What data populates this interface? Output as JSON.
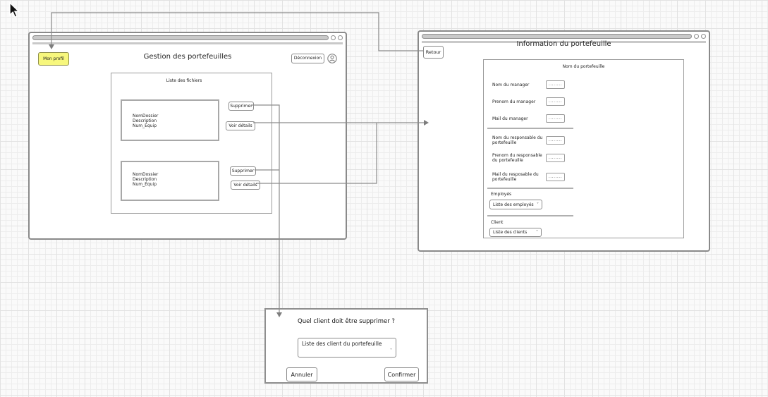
{
  "colors": {
    "highlight_button": "#f7f77d",
    "window_border": "#8a8a8a",
    "chrome_gray": "#c9c9c9",
    "connector": "#8c8c8c"
  },
  "icons": {
    "dropdown_chevron": "˅",
    "user": "user-avatar-circle",
    "cursor": "mouse-arrow"
  },
  "window_gestion": {
    "title": "Gestion des portefeuilles",
    "mon_profil_label": "Mon profil",
    "deconnexion_label": "Déconnexion",
    "panel_title": "Liste des fichiers",
    "files": [
      {
        "name": "NomDossier",
        "description": "Description",
        "num_equip": "Num_Equip"
      },
      {
        "name": "NomDossier",
        "description": "Description",
        "num_equip": "Num_Equip"
      }
    ],
    "actions": {
      "supprimer": "Supprimer",
      "voir_details": "Voir détails"
    }
  },
  "window_information": {
    "title": "Information du portefeuille",
    "retour_label": "Retour",
    "panel_title": "Nom du portefeuille",
    "fields": [
      {
        "label": "Nom du manager",
        "value": "........"
      },
      {
        "label": "Prenom du manager",
        "value": "........"
      },
      {
        "label": "Mail du manager",
        "value": "........"
      },
      {
        "label": "Nom du responsable du portefeuille",
        "value": "........"
      },
      {
        "label": "Prenom du responsable du portefeuille",
        "value": "........"
      },
      {
        "label": "Mail du resposable du portefeuille",
        "value": "........"
      }
    ],
    "employes_label": "Employés",
    "employes_dropdown": "Liste des employés",
    "client_label": "Client",
    "client_dropdown": "Liste des clients"
  },
  "dialog": {
    "title": "Quel client doit être supprimer ?",
    "dropdown": "Liste des client du portefeuille",
    "annuler_label": "Annuler",
    "confirmer_label": "Confirmer"
  }
}
